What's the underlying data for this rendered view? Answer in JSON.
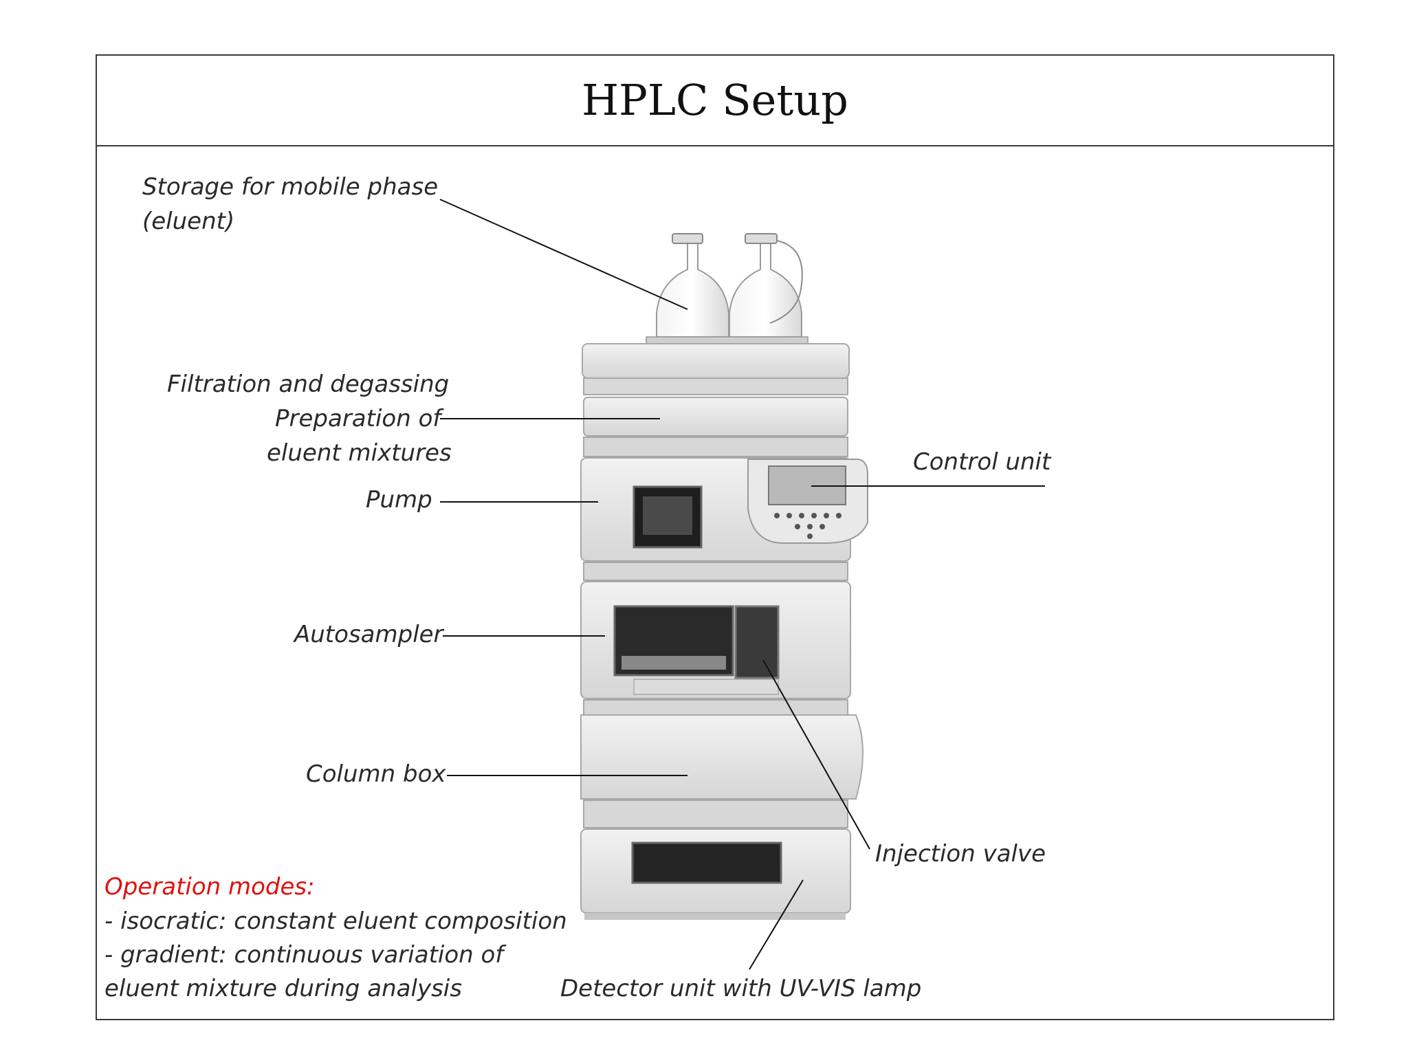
{
  "title": "HPLC Setup",
  "labels": {
    "storage": "Storage for mobile phase",
    "storage_sub": "(eluent)",
    "filtration": "Filtration and degassing",
    "preparation": "Preparation of",
    "preparation_sub": "eluent mixtures",
    "pump": "Pump",
    "autosampler": "Autosampler",
    "column_box": "Column box",
    "control_unit": "Control unit",
    "injection_valve": "Injection valve",
    "detector": "Detector unit with UV-VIS lamp"
  },
  "operation_modes": {
    "heading": "Operation modes:",
    "lines": [
      "- isocratic: constant eluent composition",
      "- gradient: continuous variation of",
      "eluent mixture during analysis"
    ]
  },
  "colors": {
    "accent_red": "#e01010",
    "frame": "#3a3a3a",
    "instrument": "#e4e4e4"
  }
}
